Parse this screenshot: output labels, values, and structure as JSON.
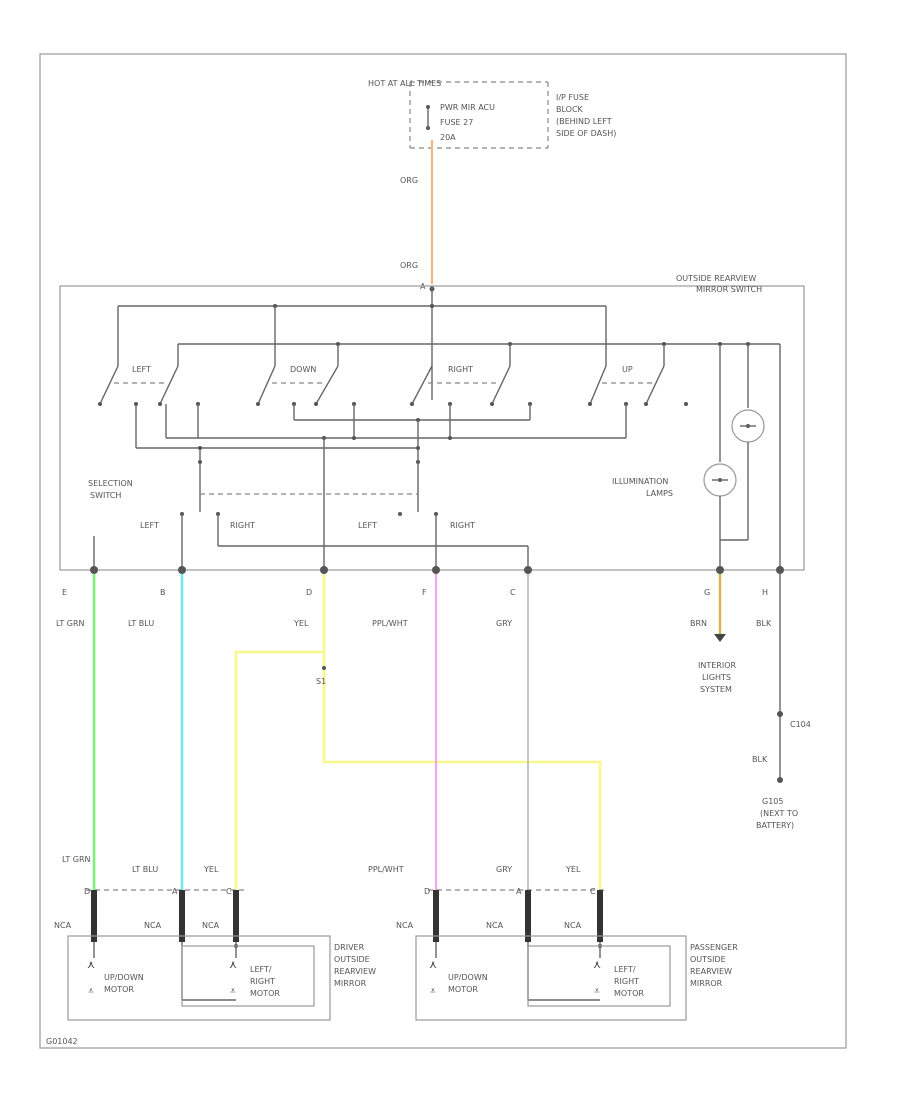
{
  "fuse": {
    "hot_label": "HOT AT ALL TIMES",
    "lines": [
      "PWR MIR ACU",
      "FUSE 27",
      "20A"
    ],
    "note": [
      "I/P FUSE",
      "BLOCK",
      "(BEHIND LEFT",
      "SIDE OF DASH)"
    ]
  },
  "wire_top_upper": "ORG",
  "wire_top_lower": "ORG",
  "pin_top": "A",
  "switch": {
    "title": [
      "OUTSIDE REARVIEW",
      "MIRROR SWITCH"
    ],
    "positions": [
      "LEFT",
      "DOWN",
      "RIGHT",
      "UP"
    ],
    "selection": [
      "SELECTION",
      "SWITCH"
    ],
    "sel_left_1": "LEFT",
    "sel_right_1": "RIGHT",
    "sel_left_2": "LEFT",
    "sel_right_2": "RIGHT",
    "illum": [
      "ILLUMINATION",
      "LAMPS"
    ]
  },
  "pins": [
    "E",
    "B",
    "D",
    "F",
    "C",
    "G",
    "H"
  ],
  "wires": [
    "LT GRN",
    "LT BLU",
    "YEL",
    "PPL/WHT",
    "GRY",
    "BRN",
    "BLK"
  ],
  "splice": "S1",
  "interior": [
    "INTERIOR",
    "LIGHTS",
    "SYSTEM"
  ],
  "ground": {
    "connector": "C104",
    "wire": "BLK",
    "label": [
      "G105",
      "(NEXT TO",
      "BATTERY)"
    ]
  },
  "driver": {
    "wires": [
      "LT GRN",
      "LT BLU",
      "YEL"
    ],
    "conn": "NCA",
    "pins": [
      "D",
      "A",
      "C"
    ],
    "updown": [
      "UP/DOWN",
      "MOTOR"
    ],
    "leftright": [
      "LEFT/",
      "RIGHT",
      "MOTOR"
    ],
    "title": [
      "DRIVER",
      "OUTSIDE",
      "REARVIEW",
      "MIRROR"
    ]
  },
  "passenger": {
    "wires": [
      "PPL/WHT",
      "GRY",
      "YEL"
    ],
    "conn": "NCA",
    "pins": [
      "D",
      "A",
      "C"
    ],
    "updown": [
      "UP/DOWN",
      "MOTOR"
    ],
    "leftright": [
      "LEFT/",
      "RIGHT",
      "MOTOR"
    ],
    "title": [
      "PASSENGER",
      "OUTSIDE",
      "REARVIEW",
      "MIRROR"
    ]
  },
  "footer": "G01042",
  "colors": {
    "orange": "#f4b483",
    "green": "#7cf27c",
    "cyan": "#6fe6f0",
    "yellow": "#f7f78a",
    "pink": "#f0a6ee",
    "brown": "#d8b14f",
    "gray": "#b8b8b8"
  }
}
